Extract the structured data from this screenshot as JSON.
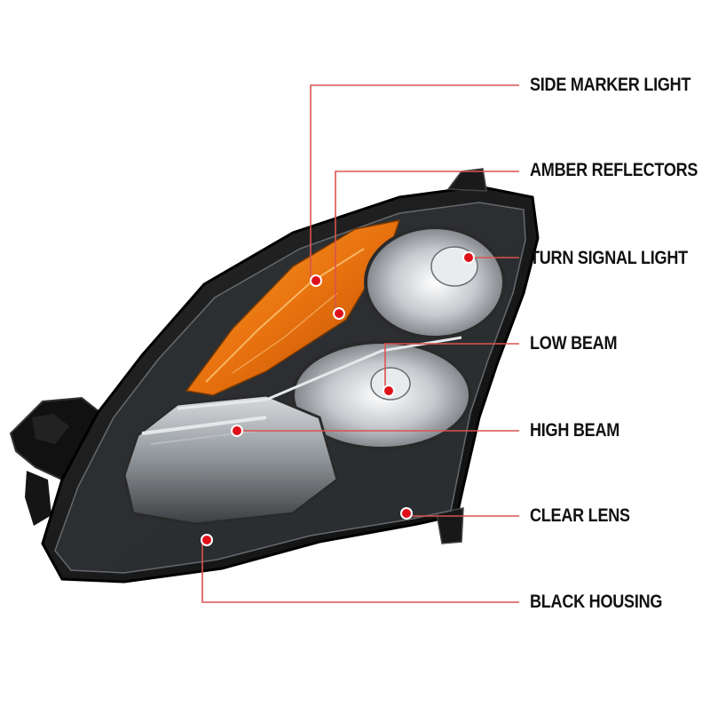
{
  "colors": {
    "callout_line": "#d9534f",
    "marker_dot": "#e0101a",
    "housing": "#141414",
    "amber": "#e8720e",
    "chrome": "#c9cdd1",
    "label": "#111111"
  },
  "product": {
    "name": "headlight-assembly"
  },
  "callouts": [
    {
      "key": "side",
      "label": "SIDE MARKER LIGHT"
    },
    {
      "key": "amber",
      "label": "AMBER REFLECTORS"
    },
    {
      "key": "turn",
      "label": "TURN SIGNAL LIGHT"
    },
    {
      "key": "low",
      "label": "LOW BEAM"
    },
    {
      "key": "high",
      "label": "HIGH BEAM"
    },
    {
      "key": "clear",
      "label": "CLEAR LENS"
    },
    {
      "key": "black",
      "label": "BLACK HOUSING"
    }
  ]
}
